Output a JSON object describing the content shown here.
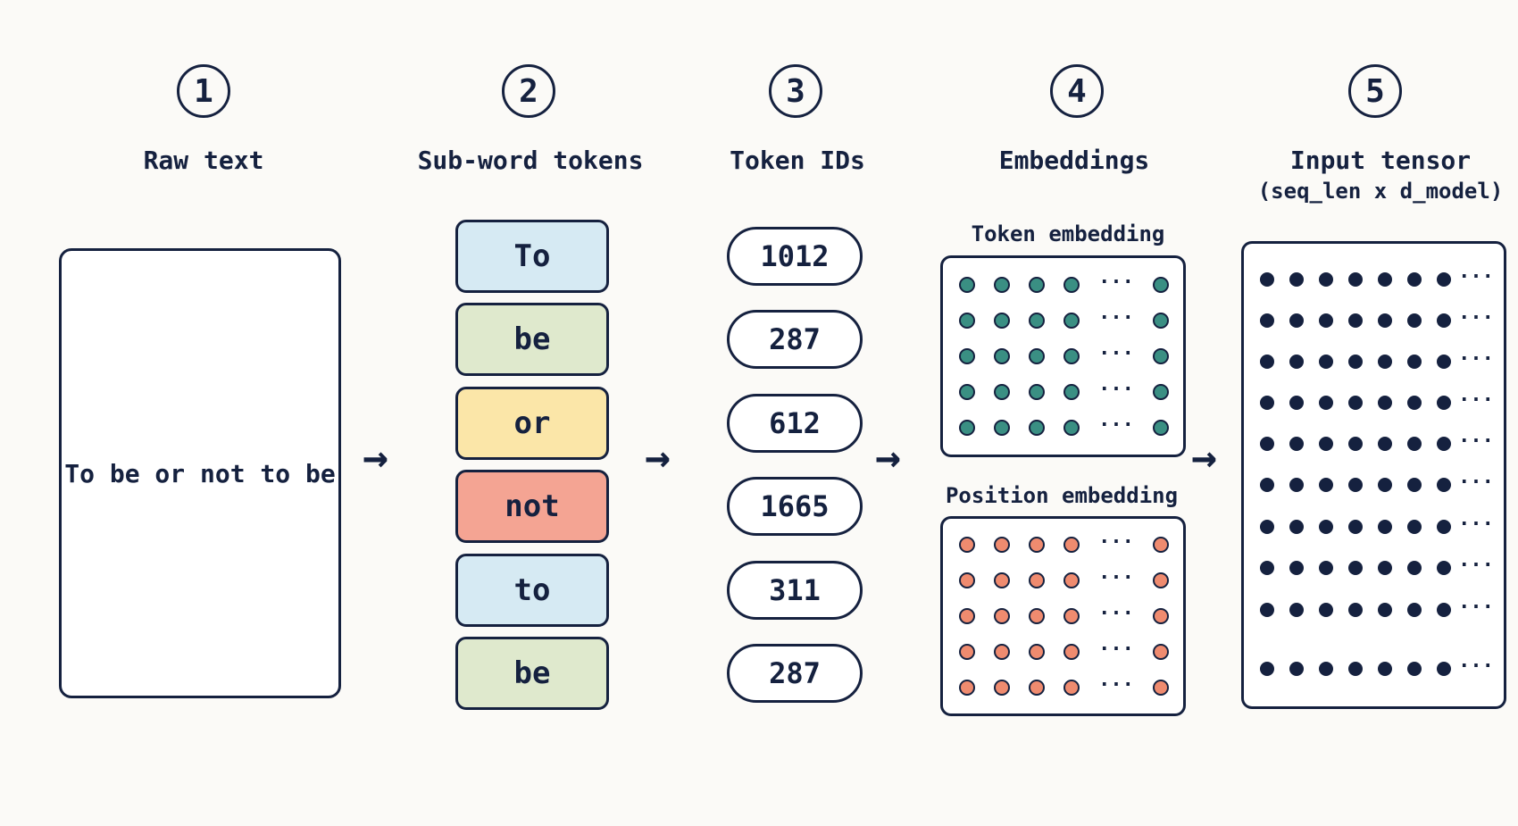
{
  "steps": [
    {
      "number": "1",
      "title": "Raw text"
    },
    {
      "number": "2",
      "title": "Sub-word tokens"
    },
    {
      "number": "3",
      "title": "Token IDs"
    },
    {
      "number": "4",
      "title": "Embeddings"
    },
    {
      "number": "5",
      "title": "Input tensor",
      "subtitle": "(seq_len x d_model)"
    }
  ],
  "raw_text": "To be or not to be",
  "tokens": [
    {
      "text": "To",
      "color": "#d6eaf3"
    },
    {
      "text": "be",
      "color": "#dfe9cd"
    },
    {
      "text": "or",
      "color": "#fbe6a8"
    },
    {
      "text": "not",
      "color": "#f4a493"
    },
    {
      "text": "to",
      "color": "#d6eaf3"
    },
    {
      "text": "be",
      "color": "#dfe9cd"
    }
  ],
  "token_ids": [
    "1012",
    "287",
    "612",
    "1665",
    "311",
    "287"
  ],
  "embeddings": {
    "token_label": "Token embedding",
    "position_label": "Position embedding",
    "token_color": "#3a8f83",
    "position_color": "#ef8b6f"
  },
  "tensor": {
    "dot_color": "#15213f"
  },
  "arrow_glyph": "→",
  "ellipsis": "···",
  "colors": {
    "ink": "#15213f",
    "background": "#fbfaf7"
  }
}
